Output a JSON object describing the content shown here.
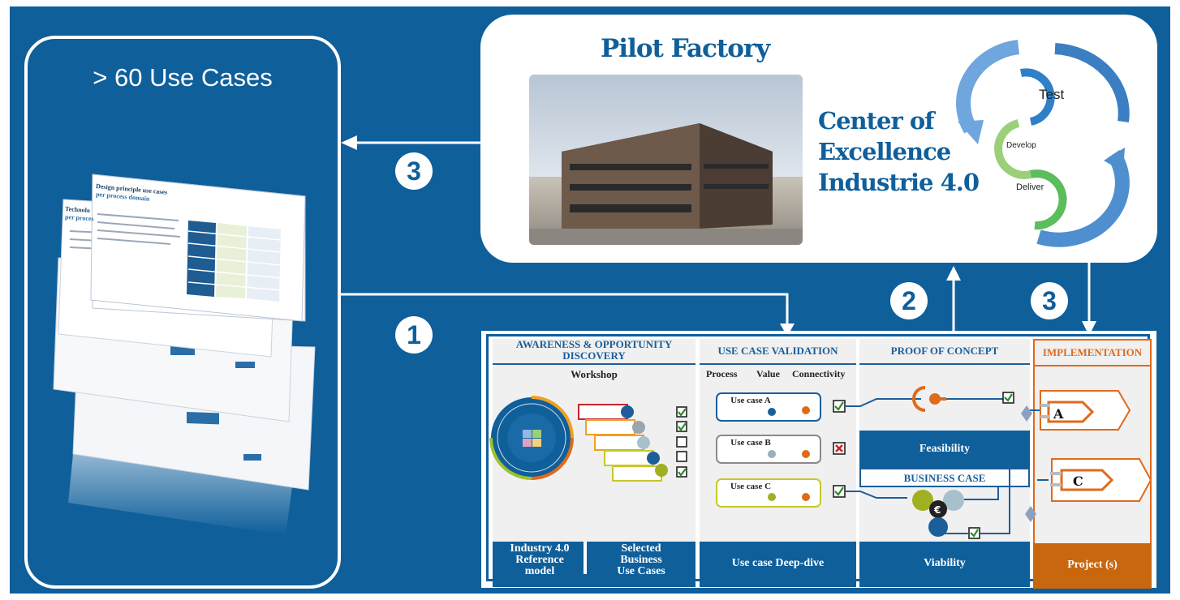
{
  "use_cases": {
    "title": "> 60 Use Cases"
  },
  "slides": {
    "front_title": "Design principle use cases",
    "front_subtitle": "per process domain",
    "back_title": "Technolo",
    "back_subtitle": "per proces"
  },
  "pilot": {
    "title": "Pilot Factory",
    "coe_line1": "Center of",
    "coe_line2": "Excellence",
    "coe_line3": "Industrie 4.0",
    "cycle": {
      "test": "Test",
      "develop": "Develop",
      "deliver": "Deliver"
    }
  },
  "steps": {
    "step1": "1",
    "step2": "2",
    "step3_left": "3",
    "step3_right": "3"
  },
  "process": {
    "awareness": {
      "header_line1": "AWARENESS & OPPORTUNITY",
      "header_line2": "DISCOVERY",
      "workshop": "Workshop",
      "footer_left_1": "Industry 4.0",
      "footer_left_2": "Reference",
      "footer_left_3": "model",
      "footer_right_1": "Selected",
      "footer_right_2": "Business",
      "footer_right_3": "Use Cases"
    },
    "validation": {
      "header": "USE CASE VALIDATION",
      "col_process": "Process",
      "col_value": "Value",
      "col_connectivity": "Connectivity",
      "case_a": "Use case A",
      "case_b": "Use case B",
      "case_c": "Use case C",
      "footer": "Use case Deep-dive"
    },
    "poc": {
      "header": "PROOF OF CONCEPT",
      "feasibility": "Feasibility",
      "business_case": "BUSINESS CASE",
      "footer": "Viability"
    },
    "implementation": {
      "header": "IMPLEMENTATION",
      "project_a": "A",
      "project_c": "C",
      "footer": "Project (s)"
    }
  },
  "colors": {
    "background": "#0f5f9b",
    "accent_orange": "#e06a1b",
    "dark_orange": "#c8670e",
    "check_green": "#2b8a2b",
    "cross_red": "#d02020"
  }
}
